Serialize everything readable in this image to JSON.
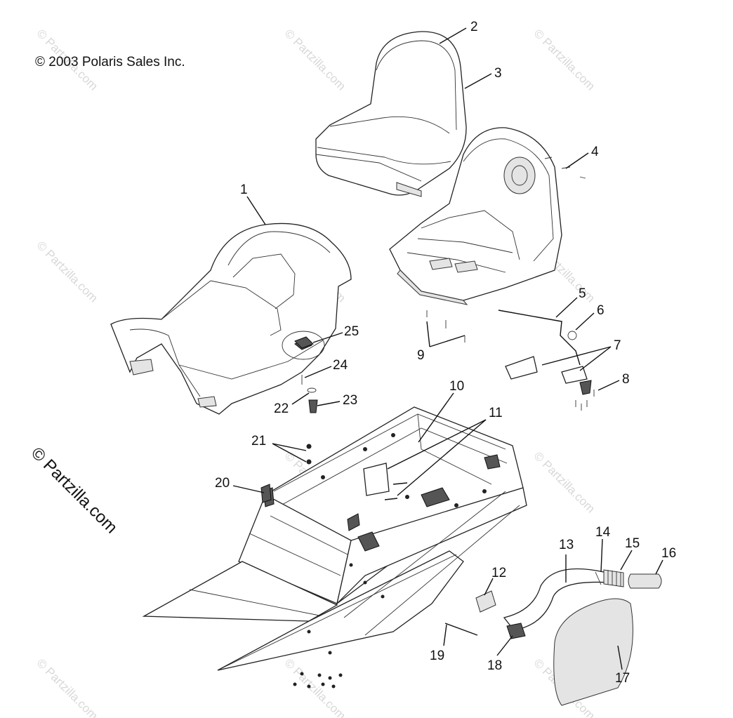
{
  "copyright": "© 2003 Polaris Sales Inc.",
  "watermark": "© Partzilla.com",
  "callouts": [
    "1",
    "2",
    "3",
    "4",
    "5",
    "6",
    "7",
    "8",
    "9",
    "10",
    "11",
    "12",
    "13",
    "14",
    "15",
    "16",
    "17",
    "18",
    "19",
    "20",
    "21",
    "22",
    "23",
    "24",
    "25"
  ]
}
